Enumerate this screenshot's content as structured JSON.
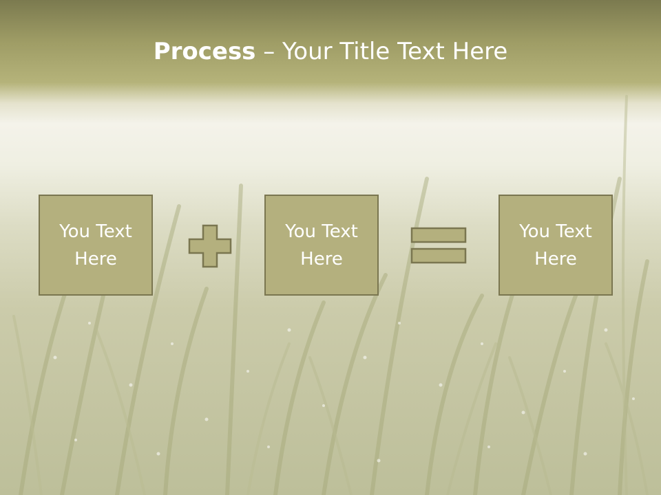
{
  "slide": {
    "title_bold": "Process",
    "title_rest": " – Your Title Text Here",
    "boxes": [
      {
        "text": "You Text Here"
      },
      {
        "text": "You Text Here"
      },
      {
        "text": "You Text Here"
      }
    ],
    "operators": [
      "plus-icon",
      "equals-icon"
    ]
  },
  "colors": {
    "header_band": "#9e9c65",
    "box_fill": "#b4b07e",
    "box_border": "#7a7650",
    "text": "#ffffff"
  }
}
